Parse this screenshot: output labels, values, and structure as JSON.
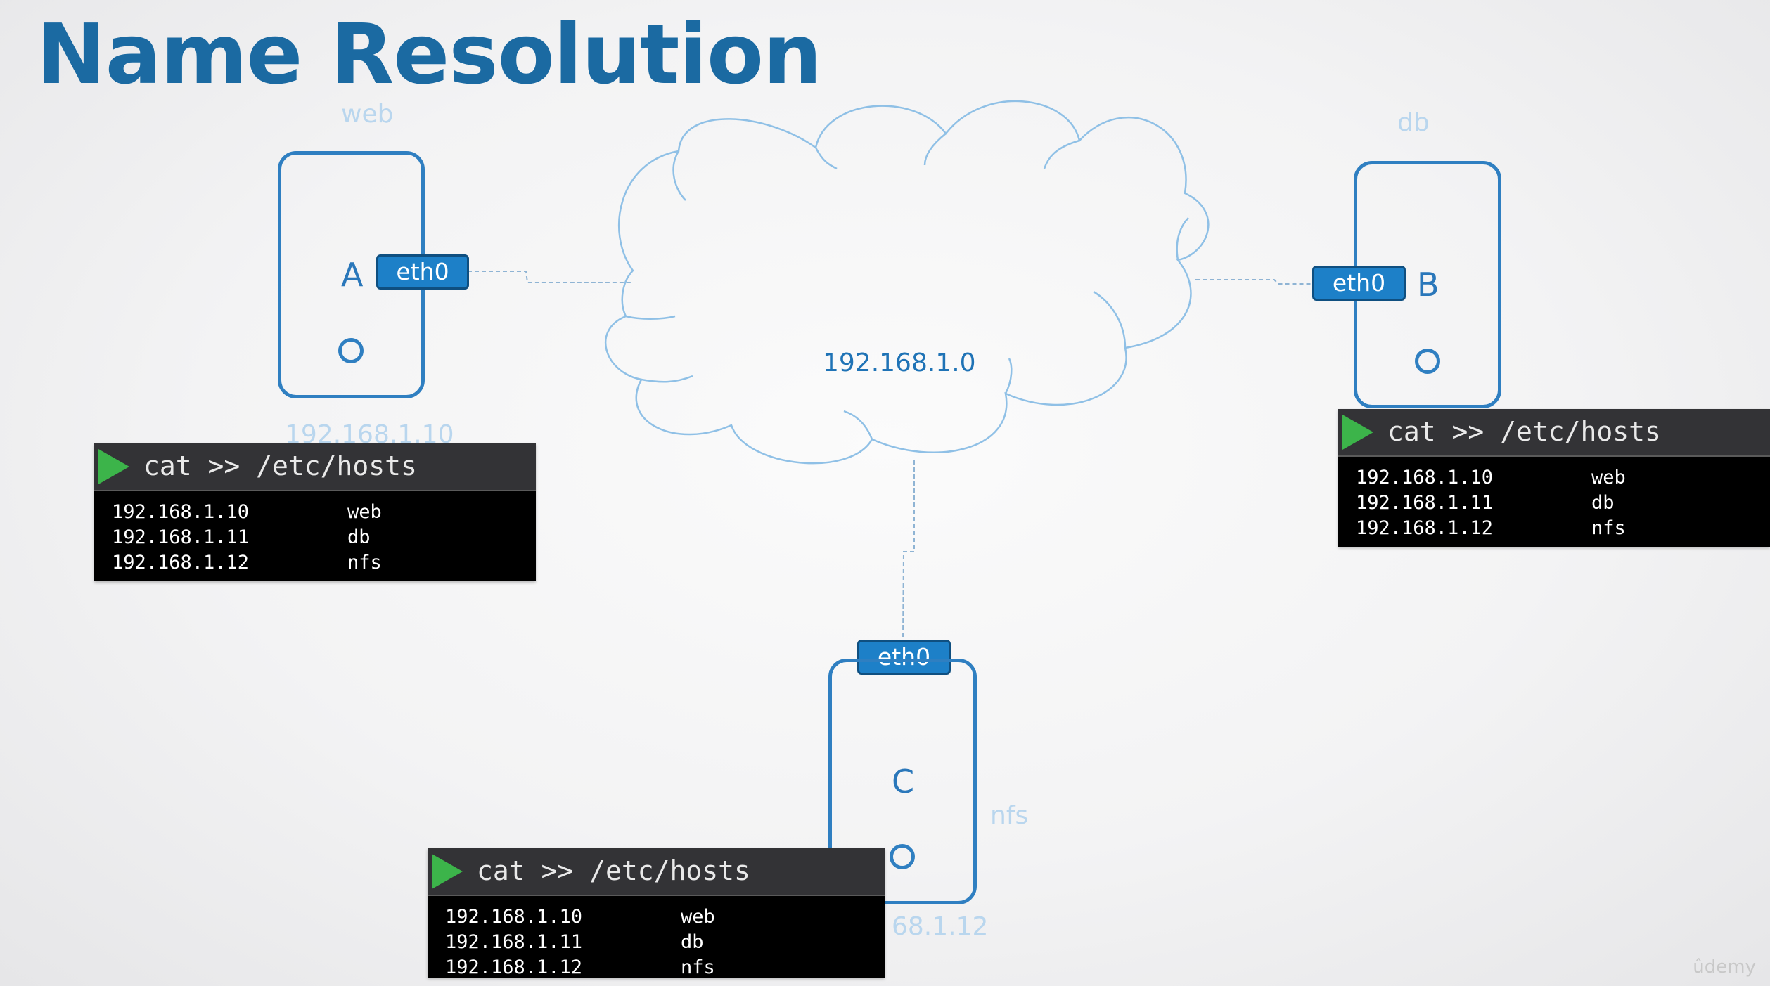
{
  "title": "Name Resolution",
  "network": {
    "label": "192.168.1.0"
  },
  "hosts": {
    "a": {
      "hostname": "web",
      "letter": "A",
      "interface": "eth0",
      "ip": "192.168.1.10"
    },
    "b": {
      "hostname": "db",
      "letter": "B",
      "interface": "eth0"
    },
    "c": {
      "hostname": "nfs",
      "letter": "C",
      "interface": "eth0",
      "ip_partial": "68.1.12"
    }
  },
  "terminals": {
    "a": {
      "command": "cat >> /etc/hosts",
      "entries": [
        {
          "ip": "192.168.1.10",
          "name": "web"
        },
        {
          "ip": "192.168.1.11",
          "name": "db"
        },
        {
          "ip": "192.168.1.12",
          "name": "nfs"
        }
      ]
    },
    "b": {
      "command": "cat >> /etc/hosts",
      "entries": [
        {
          "ip": "192.168.1.10",
          "name": "web"
        },
        {
          "ip": "192.168.1.11",
          "name": "db"
        },
        {
          "ip": "192.168.1.12",
          "name": "nfs"
        }
      ]
    },
    "c": {
      "command": "cat >> /etc/hosts",
      "entries": [
        {
          "ip": "192.168.1.10",
          "name": "web"
        },
        {
          "ip": "192.168.1.11",
          "name": "db"
        },
        {
          "ip": "192.168.1.12",
          "name": "nfs"
        }
      ]
    }
  },
  "watermark": "ûdemy",
  "colors": {
    "title": "#1b6aa2",
    "host_border": "#2f7fc1",
    "eth_fill": "#1d80c8",
    "terminal_prompt": "#3cb44a"
  }
}
